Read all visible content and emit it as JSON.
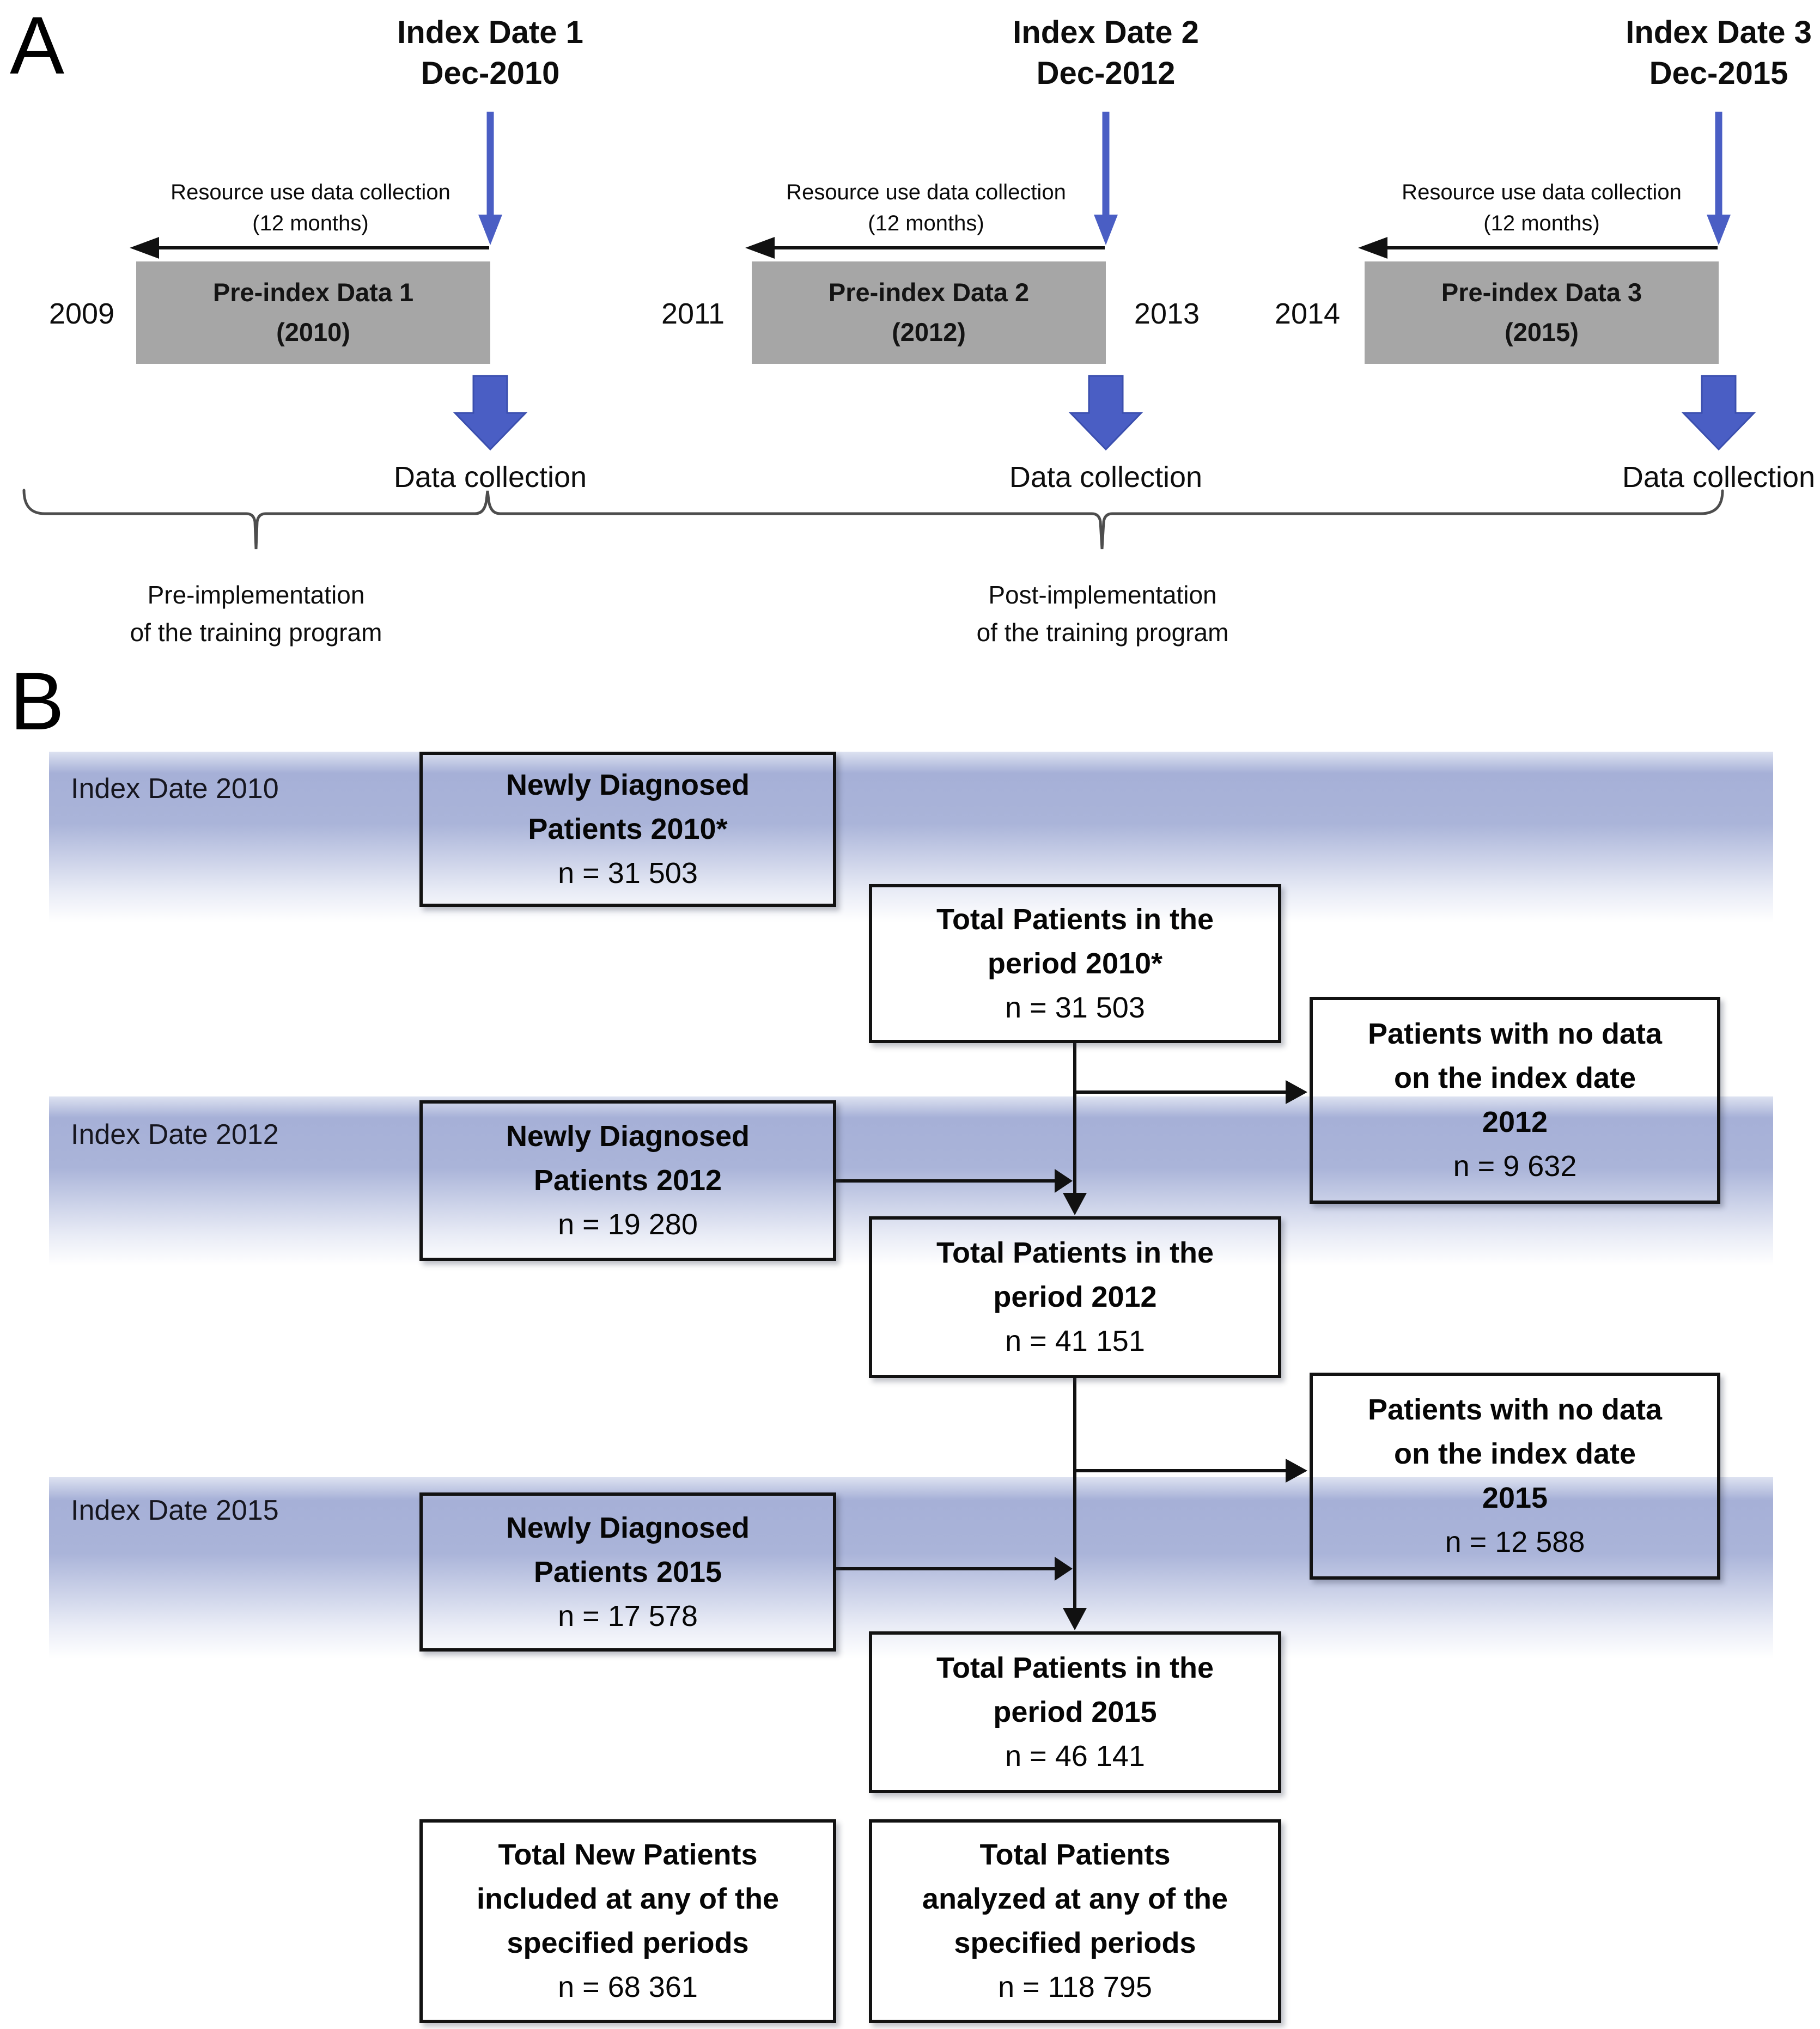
{
  "panel_a": {
    "label": "A",
    "groups": [
      {
        "index_title": "Index Date 1",
        "index_date": "Dec-2010",
        "resource_line1": "Resource use data collection",
        "resource_line2": "(12 months)",
        "preindex_line1": "Pre-index Data 1",
        "preindex_line2": "(2010)",
        "data_collection": "Data collection"
      },
      {
        "index_title": "Index Date 2",
        "index_date": "Dec-2012",
        "resource_line1": "Resource use data collection",
        "resource_line2": "(12 months)",
        "preindex_line1": "Pre-index Data 2",
        "preindex_line2": "(2012)",
        "data_collection": "Data collection"
      },
      {
        "index_title": "Index Date 3",
        "index_date": "Dec-2015",
        "resource_line1": "Resource use data collection",
        "resource_line2": "(12 months)",
        "preindex_line1": "Pre-index Data 3",
        "preindex_line2": "(2015)",
        "data_collection": "Data collection"
      }
    ],
    "years": [
      "2009",
      "2011",
      "2013",
      "2014"
    ],
    "phases": {
      "pre_line1": "Pre-implementation",
      "pre_line2": "of the training program",
      "post_line1": "Post-implementation",
      "post_line2": "of the training program"
    }
  },
  "panel_b": {
    "label": "B",
    "row_labels": [
      "Index Date 2010",
      "Index Date 2012",
      "Index Date 2015"
    ],
    "newly": [
      {
        "line1": "Newly Diagnosed",
        "line2": "Patients 2010*",
        "n": "n = 31 503"
      },
      {
        "line1": "Newly Diagnosed",
        "line2": "Patients 2012",
        "n": "n = 19 280"
      },
      {
        "line1": "Newly Diagnosed",
        "line2": "Patients 2015",
        "n": "n = 17 578"
      }
    ],
    "totals": [
      {
        "line1": "Total Patients in the",
        "line2": "period 2010*",
        "n": "n = 31 503"
      },
      {
        "line1": "Total Patients in the",
        "line2": "period 2012",
        "n": "n = 41 151"
      },
      {
        "line1": "Total Patients in the",
        "line2": "period 2015",
        "n": "n = 46 141"
      }
    ],
    "nodata": [
      {
        "line1": "Patients with no data",
        "line2": "on the index date",
        "line3": "2012",
        "n": "n = 9 632"
      },
      {
        "line1": "Patients with no data",
        "line2": "on the index date",
        "line3": "2015",
        "n": "n = 12 588"
      }
    ],
    "summary": [
      {
        "line1": "Total New Patients",
        "line2": "included at any of the",
        "line3": "specified periods",
        "n": "n = 68 361"
      },
      {
        "line1": "Total Patients",
        "line2": "analyzed at any of the",
        "line3": "specified periods",
        "n": "n = 118 795"
      }
    ]
  },
  "colors": {
    "arrow_blue": "#4a5ec4",
    "gray_box": "#a6a6a6",
    "band_blue_top": "#a6b0d7",
    "line_black": "#111111",
    "brace_gray": "#4d4d4d"
  }
}
